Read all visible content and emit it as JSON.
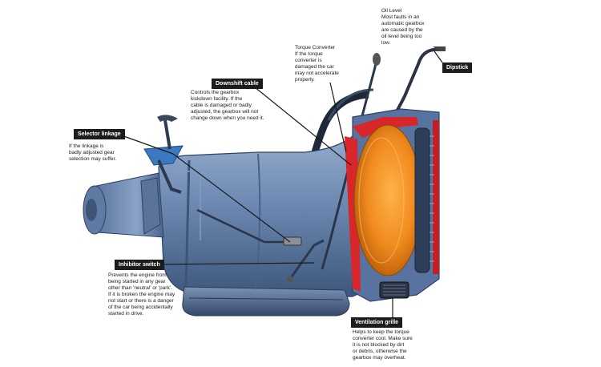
{
  "title": "",
  "callouts": {
    "oil_level": {
      "heading": "Oil Level",
      "text": "Most faults in an\nautomatic gearbox\nare caused by the\noil level being too\nlow."
    },
    "dipstick": {
      "label": "Dipstick"
    },
    "torque_converter": {
      "heading": "Torque Converter",
      "text": "If the torque\nconverter is\ndamaged the car\nmay not accelerate\nproperly."
    },
    "downshift_cable": {
      "label": "Downshift cable",
      "text": "Controls the gearbox\nkickdown facility. If the\ncable is damaged or badly\nadjusted, the gearbox will not\nchange down when you need it."
    },
    "selector_linkage": {
      "label": "Selector linkage",
      "text": "If the linkage is\nbadly adjusted gear\nselection may suffer."
    },
    "inhibitor_switch": {
      "label": "Inhibitor switch",
      "text": "Prevents the engine from\nbeing started in any gear\nother than 'neutral' or 'park'.\nIf it is broken the engine may\nnot start or there is a danger\nof the car being accidentally\nstarted in drive."
    },
    "ventilation_grille": {
      "label": "Ventilation grille",
      "text": "Helps to keep the torque\nconverter cool. Make sure\nit is not blocked by dirt\nor debris, otherwise the\ngearbox may overheat."
    }
  },
  "colors": {
    "casing": "#6f8bb3",
    "casing_dark": "#3f5a80",
    "converter": "#f08a1e",
    "cutaway": "#d8262a",
    "label_bg": "#1c1c1c"
  }
}
